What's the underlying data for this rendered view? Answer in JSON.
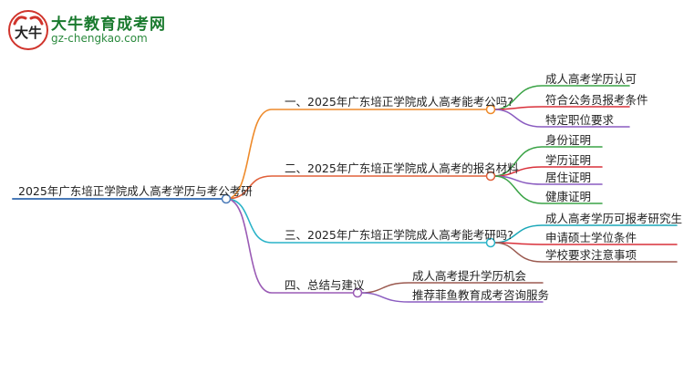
{
  "logo": {
    "title": "大牛教育成考网",
    "url": "gz-chengkao.com",
    "mark_text": "大牛"
  },
  "colors": {
    "root": "#4a7ab8",
    "branch1": "#ee8a2a",
    "branch2": "#e0603a",
    "branch3": "#2ab3c8",
    "branch4": "#9a5bb5",
    "leaf_green": "#3aa346",
    "leaf_red": "#d9303a",
    "leaf_purple": "#8a5cc0",
    "leaf_teal": "#1aa7b8",
    "leaf_brown": "#9b5a50"
  },
  "mindmap": {
    "root": "2025年广东培正学院成人高考学历与考公考研",
    "branches": [
      {
        "label": "一、2025年广东培正学院成人高考能考公吗?",
        "children": [
          "成人高考学历认可",
          "符合公务员报考条件",
          "特定职位要求"
        ]
      },
      {
        "label": "二、2025年广东培正学院成人高考的报名材料",
        "children": [
          "身份证明",
          "学历证明",
          "居住证明",
          "健康证明"
        ]
      },
      {
        "label": "三、2025年广东培正学院成人高考能考研吗?",
        "children": [
          "成人高考学历可报考研究生",
          "申请硕士学位条件",
          "学校要求注意事项"
        ]
      },
      {
        "label": "四、总结与建议",
        "children": [
          "成人高考提升学历机会",
          "推荐菲鱼教育成考咨询服务"
        ]
      }
    ]
  }
}
